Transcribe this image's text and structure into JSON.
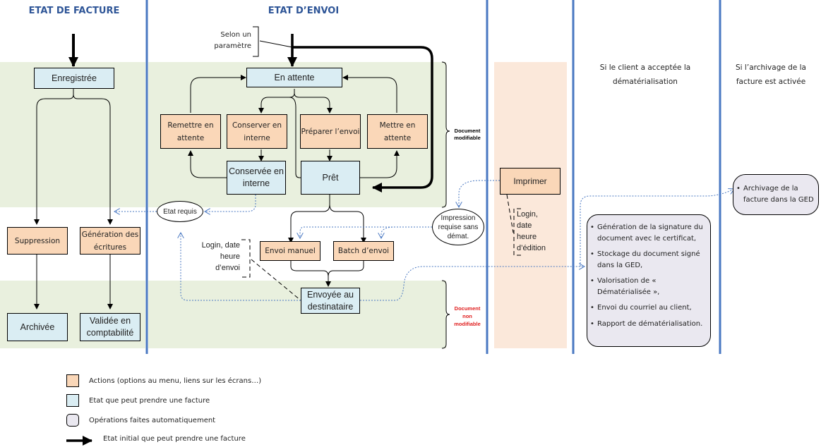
{
  "colors": {
    "lane_divider": "#4a78c2",
    "title_blue": "#2e5597",
    "band_green": "#e9f0de",
    "band_peach": "#fbe8da",
    "action_fill": "#fad7b8",
    "state_fill": "#daedf3",
    "auto_fill": "#eae8f0",
    "dotted_link": "#4a78c2",
    "non_modifiable_red": "#e02020"
  },
  "lanes": {
    "invoice_state_title": "ETAT DE FACTURE",
    "sending_state_title": "ETAT D’ENVOI",
    "dematerialisation_note": "Si le client a acceptée la dématérialisation",
    "archiving_note": "Si l’archivage de la facture est activée"
  },
  "invoice_lane": {
    "registered": "Enregistrée",
    "delete_action": "Suppression",
    "generate_entries_action": "Génération des écritures",
    "archived": "Archivée",
    "validated_in_accounting": "Validée en comptabilité"
  },
  "sending_lane": {
    "param_note": "Selon un paramètre",
    "pending": "En attente",
    "put_back_pending_action": "Remettre en attente",
    "keep_internal_action": "Conserver en interne",
    "prepare_sending_action": "Préparer l’envoi",
    "set_pending_action": "Mettre en attente",
    "kept_internal": "Conservée en interne",
    "ready": "Prêt",
    "required_state": "Etat requis",
    "manual_sending_action": "Envoi manuel",
    "batch_sending_action": "Batch d’envoi",
    "sent_to_recipient": "Envoyée au destinataire",
    "send_log_note": "Login, date heure d’envoi",
    "modifiable_label": "Document modifiable",
    "non_modifiable_label": "Document non modifiable",
    "print_required": "Impression requise sans démat."
  },
  "print_lane": {
    "print_action": "Imprimer",
    "print_log_note": "Login, date heure d’édition"
  },
  "dematerialisation_lane": {
    "operations": [
      "Génération de la signature du document avec le certificat,",
      "Stockage du document signé dans la GED,",
      "Valorisation de « Dématérialisée »,",
      "Envoi du courriel au client,",
      "Rapport de dématérialisation."
    ]
  },
  "archiving_lane": {
    "operations": [
      "Archivage de la facture dans la GED"
    ]
  },
  "legend": {
    "actions": "Actions (options au menu, liens sur les écrans…)",
    "states": "Etat que peut prendre une facture",
    "automatic": "Opérations faites automatiquement",
    "initial_state": "Etat initial que peut prendre une facture"
  }
}
